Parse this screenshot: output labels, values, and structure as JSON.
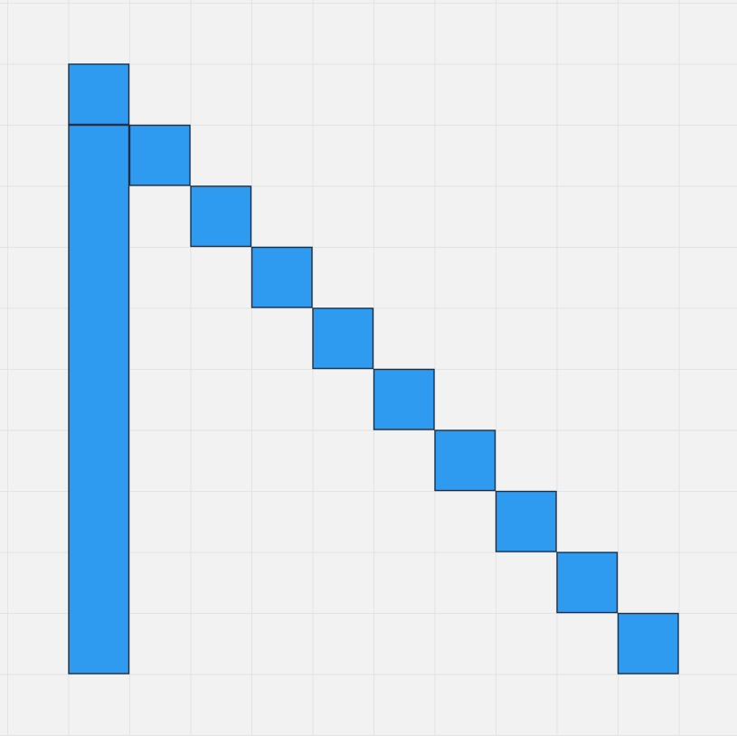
{
  "board": {
    "columns": 12,
    "rows": 12,
    "background_color": "#f2f2f2",
    "grid_color": "#e3e3e3",
    "block_color": "#2e9bf0",
    "block_outline_color": "#1d2f44",
    "blocks": [
      {
        "col": 1,
        "row": 1,
        "w": 1,
        "h": 1
      },
      {
        "col": 1,
        "row": 2,
        "w": 1,
        "h": 9
      },
      {
        "col": 2,
        "row": 2,
        "w": 1,
        "h": 1
      },
      {
        "col": 3,
        "row": 3,
        "w": 1,
        "h": 1
      },
      {
        "col": 4,
        "row": 4,
        "w": 1,
        "h": 1
      },
      {
        "col": 5,
        "row": 5,
        "w": 1,
        "h": 1
      },
      {
        "col": 6,
        "row": 6,
        "w": 1,
        "h": 1
      },
      {
        "col": 7,
        "row": 7,
        "w": 1,
        "h": 1
      },
      {
        "col": 8,
        "row": 8,
        "w": 1,
        "h": 1
      },
      {
        "col": 9,
        "row": 9,
        "w": 1,
        "h": 1
      },
      {
        "col": 10,
        "row": 10,
        "w": 1,
        "h": 1
      }
    ]
  }
}
